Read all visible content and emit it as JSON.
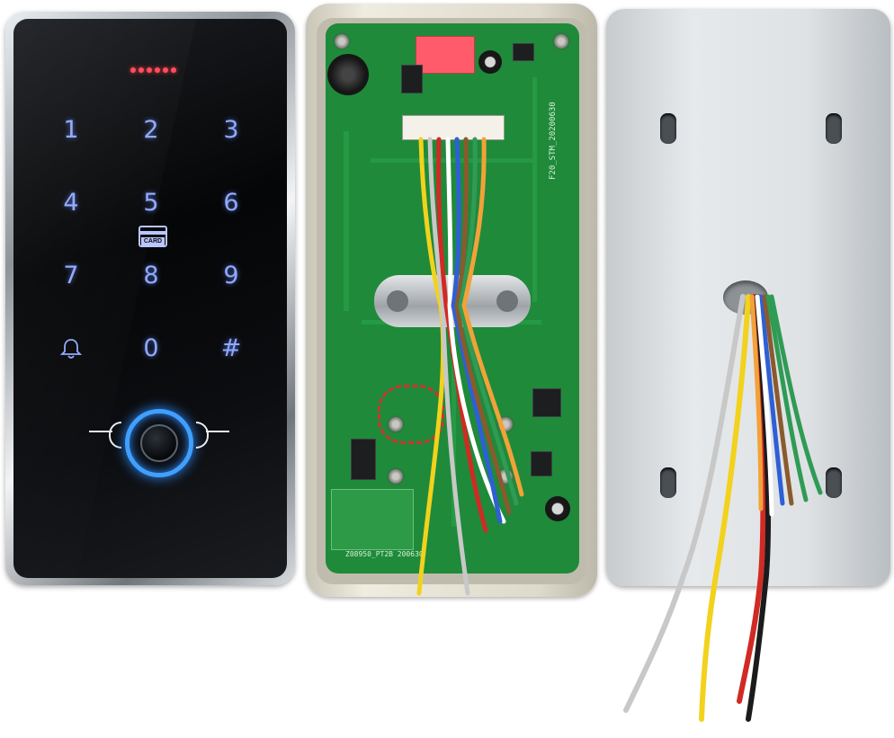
{
  "keypad": {
    "keys": [
      "1",
      "2",
      "3",
      "4",
      "5",
      "6",
      "7",
      "8",
      "9",
      "0",
      "#"
    ],
    "card_label": "CARD",
    "key_color": "#8fa9ff",
    "ir_led_color": "#ff4a57",
    "fingerprint_ring_color": "#3fa0ff",
    "icons": [
      "doorbell-icon",
      "card-icon",
      "fingerprint-sensor-icon"
    ]
  },
  "pcb": {
    "board_label": "F20_STM_20200630",
    "bottom_label": "Z08950_PT2B 200630",
    "board_color": "#1f8a3a"
  },
  "wire_colors": [
    "#c8c8c8",
    "#f2d21c",
    "#d12a24",
    "#1b1b1b",
    "#2f5fd6",
    "#8a5a2e",
    "#2f9b55",
    "#ffffff",
    "#f2a238"
  ]
}
